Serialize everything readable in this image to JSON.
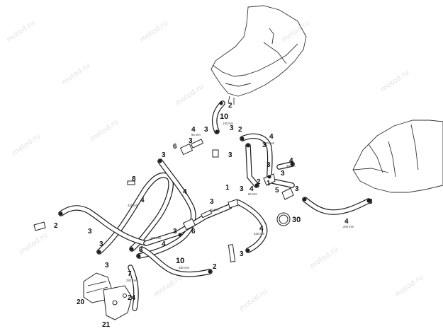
{
  "watermark": "motod.ru",
  "part_numbers": {
    "p1a": "1",
    "p1b": "1",
    "p2a": "2",
    "p2b": "2",
    "p2c": "2",
    "p2d": "2",
    "p3_1": "3",
    "p3_2": "3",
    "p3_3": "3",
    "p3_4": "3",
    "p3_5": "3",
    "p3_6": "3",
    "p3_7": "3",
    "p3_8": "3",
    "p3_9": "3",
    "p3_10": "3",
    "p3_11": "3",
    "p3_12": "3",
    "p3_13": "3",
    "p3_14": "3",
    "p3_15": "3",
    "p3_16": "3",
    "p3_17": "3",
    "p4a": "4",
    "p4b": "4",
    "p4c": "4",
    "p4d": "4",
    "p4e": "4",
    "p4f": "4",
    "p4g": "4",
    "p4h": "4",
    "p5": "5",
    "p6a": "6",
    "p6b": "6",
    "p7": "7",
    "p8": "8",
    "p10a": "10",
    "p10b": "10",
    "p20": "20",
    "p21": "21",
    "p24": "24",
    "p30": "30"
  },
  "dimensions": {
    "d10a": "130 mm",
    "d4_55": "55 mm",
    "d4_a": "40 mm",
    "d4_b": "65 mm",
    "d4_c": "40 mm",
    "d4_590": "590 mm",
    "d4_425": "425 mm",
    "d4_100": "100 mm",
    "d4_320": "320 mm",
    "d4_200": "200 mm",
    "d10b": "350 mm",
    "d7": "220 mm"
  }
}
